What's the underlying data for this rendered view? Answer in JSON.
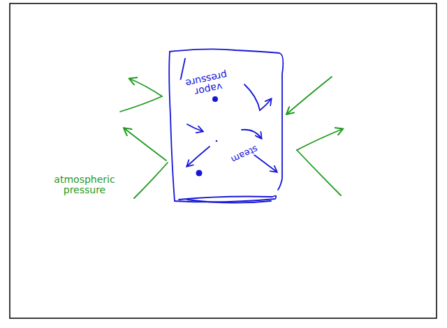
{
  "diagram": {
    "nodes": [
      {
        "text": [
          "vapor pressure",
          "steam"
        ]
      }
    ],
    "labels": [
      "atmospheric pressure"
    ]
  }
}
